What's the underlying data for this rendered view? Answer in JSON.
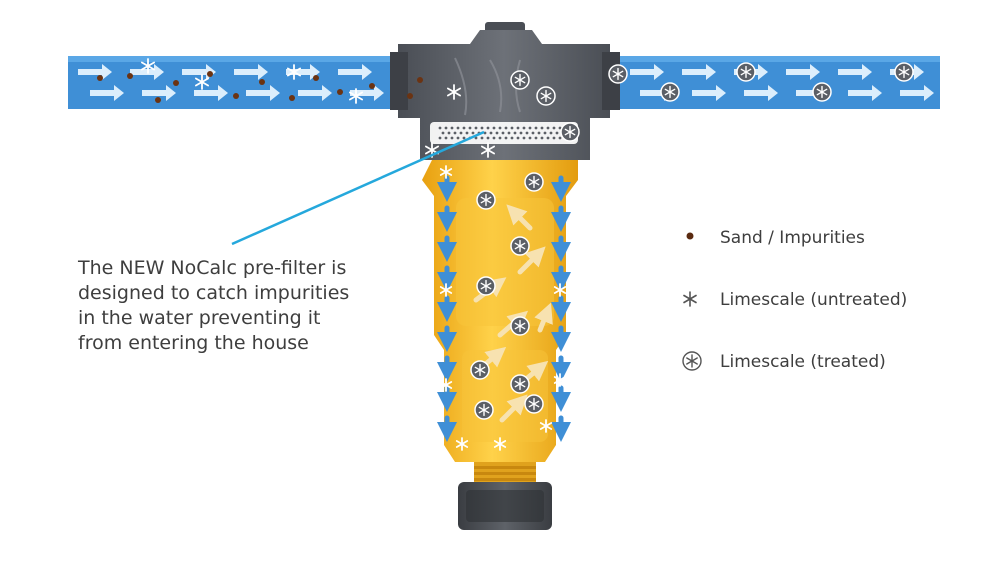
{
  "callout": {
    "lines": [
      "The NEW NoCalc pre-filter is",
      "designed to catch impurities",
      "in the water preventing it",
      "from entering the house"
    ]
  },
  "legend": [
    {
      "symbol": "dot-icon",
      "label": "Sand / Impurities",
      "color": "#5a2a10"
    },
    {
      "symbol": "asterisk-icon",
      "label": "Limescale (untreated)",
      "color": "#555555"
    },
    {
      "symbol": "circled-asterisk-icon",
      "label": "Limescale (treated)",
      "color": "#555555"
    }
  ],
  "colors": {
    "pipe": "#3f8fd6",
    "pipe_light": "#5aa7e6",
    "filter_body": "#f4b21b",
    "filter_dark": "#e09a10",
    "housing": "#5b5f66",
    "housing_dark": "#43464c",
    "callout_line": "#25a8dc",
    "flow_arrow": "#3f8fd6",
    "inner_arrow": "#f7e2b0",
    "sand": "#6b3312"
  }
}
